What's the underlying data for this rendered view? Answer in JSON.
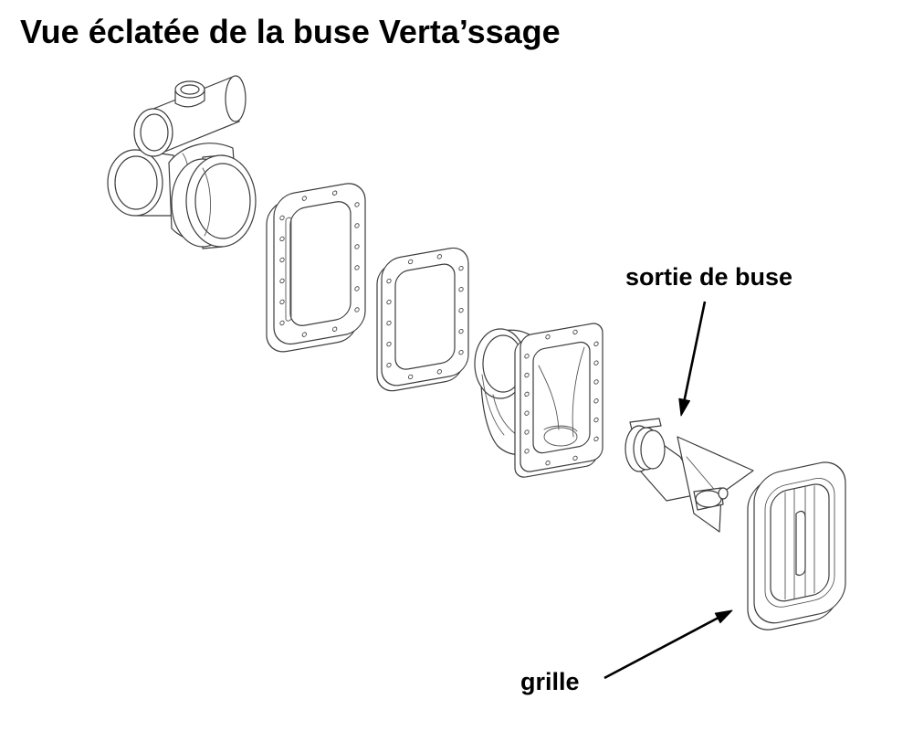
{
  "title": "Vue éclatée de la buse Verta’ssage",
  "labels": {
    "outlet": "sortie de buse",
    "grille": "grille"
  }
}
